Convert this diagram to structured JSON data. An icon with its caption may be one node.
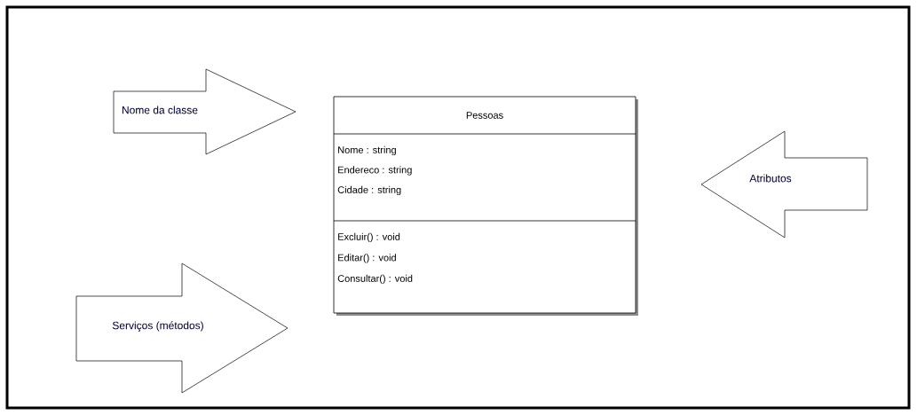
{
  "diagram": {
    "nodes": [
      {
        "text": [
          "Nome da classe"
        ]
      },
      {
        "text": [
          "Serviços (métodos)"
        ]
      },
      {
        "text": [
          "Pessoas",
          "Nome : string",
          "Endereco : string",
          "Cidade : string",
          "Excluir() : void",
          "Editar() : void",
          "Consultar() : void"
        ]
      },
      {
        "text": [
          "Atributos"
        ]
      }
    ]
  }
}
